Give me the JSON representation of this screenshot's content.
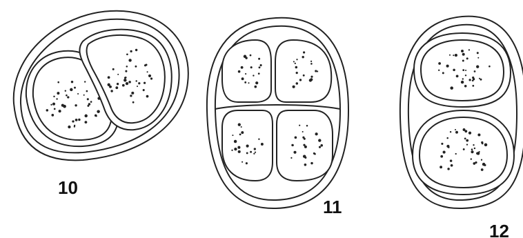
{
  "figures": [
    {
      "id": "10",
      "label": "10"
    },
    {
      "id": "11",
      "label": "11"
    },
    {
      "id": "12",
      "label": "12"
    }
  ],
  "colors": {
    "stroke": "#222222",
    "background": "#ffffff"
  }
}
